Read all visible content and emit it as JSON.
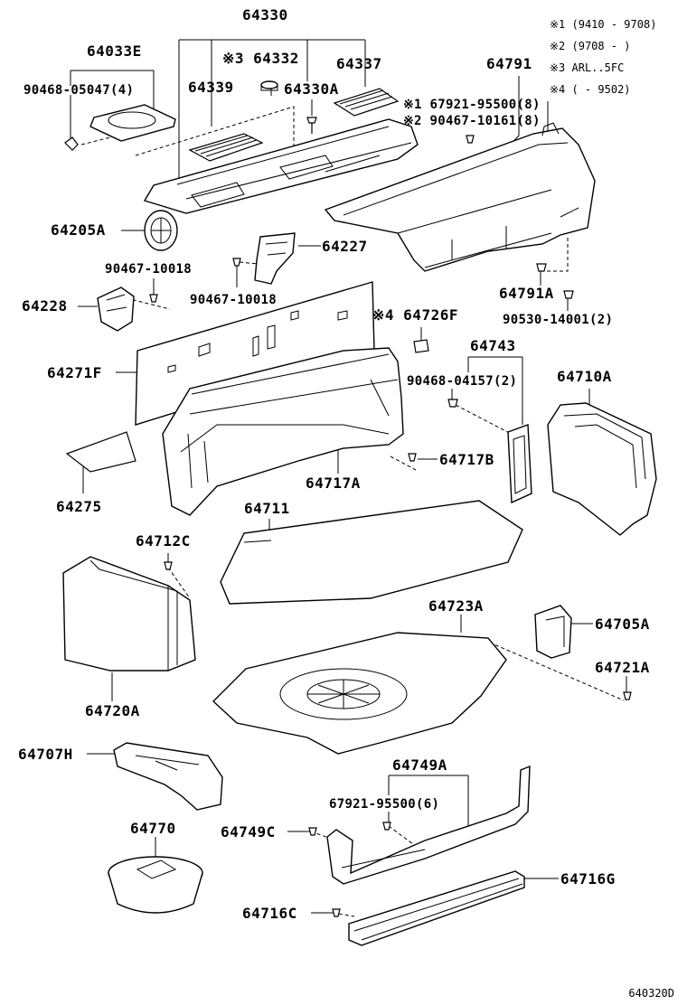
{
  "notes": [
    "※1 (9410 - 9708)",
    "※2 (9708 -       )",
    "※3 ARL..5FC",
    "※4 (      - 9502)"
  ],
  "labels": {
    "p64330": "64330",
    "p64033E": "64033E",
    "p90468_05047": "90468-05047(4)",
    "p64332": "※3 64332",
    "p64337": "64337",
    "p64339": "64339",
    "p64330A": "64330A",
    "p64791": "64791",
    "p67921_95500_8": "※1 67921-95500(8)",
    "p90467_10161_8": "※2 90467-10161(8)",
    "p64205A": "64205A",
    "p64227": "64227",
    "p90467_10018_a": "90467-10018",
    "p90467_10018_b": "90467-10018",
    "p64228": "64228",
    "p64791A": "64791A",
    "p90530_14001": "90530-14001(2)",
    "p64726F": "※4 64726F",
    "p64743": "64743",
    "p90468_04157": "90468-04157(2)",
    "p64710A": "64710A",
    "p64271F": "64271F",
    "p64717B": "64717B",
    "p64717A": "64717A",
    "p64275": "64275",
    "p64711": "64711",
    "p64712C": "64712C",
    "p64723A": "64723A",
    "p64705A": "64705A",
    "p64721A": "64721A",
    "p64720A": "64720A",
    "p64707H": "64707H",
    "p64749A": "64749A",
    "p67921_95500_6": "67921-95500(6)",
    "p64749C": "64749C",
    "p64770": "64770",
    "p64716G": "64716G",
    "p64716C": "64716C"
  },
  "diagram_code": "640320D"
}
